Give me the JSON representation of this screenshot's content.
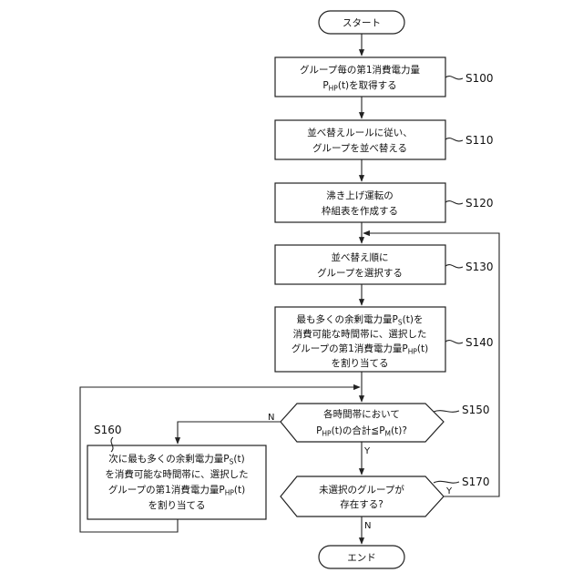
{
  "nodes": {
    "start": "スタート",
    "s100": {
      "line1": "グループ毎の第1消費電力量",
      "line2_main": "P",
      "line2_sub": "HP",
      "line2_rest": "(t)を取得する"
    },
    "s110": {
      "line1": "並べ替えルールに従い、",
      "line2": "グループを並べ替える"
    },
    "s120": {
      "line1": "沸き上げ運転の",
      "line2": "枠組表を作成する"
    },
    "s130": {
      "line1": "並べ替え順に",
      "line2": "グループを選択する"
    },
    "s140": {
      "line1_main": "最も多くの余剰電力量P",
      "line1_sub": "S",
      "line1_rest": "(t)を",
      "line2": "消費可能な時間帯に、選択した",
      "line3_main": "グループの第1消費電力量P",
      "line3_sub": "HP",
      "line3_rest": "(t)",
      "line4": "を割り当てる"
    },
    "s150": {
      "line1": "各時間帯において",
      "line2_p1": "P",
      "line2_sub1": "HP",
      "line2_mid": "(t)の合計≦P",
      "line2_sub2": "M",
      "line2_rest": "(t)?"
    },
    "s160": {
      "line1_main": "次に最も多くの余剰電力量P",
      "line1_sub": "S",
      "line1_rest": "(t)",
      "line2": "を消費可能な時間帯に、選択した",
      "line3_main": "グループの第1消費電力量P",
      "line3_sub": "HP",
      "line3_rest": "(t)",
      "line4": "を割り当てる"
    },
    "s170": {
      "line1": "未選択のグループが",
      "line2": "存在する?"
    },
    "end": "エンド"
  },
  "step_labels": {
    "s100": "S100",
    "s110": "S110",
    "s120": "S120",
    "s130": "S130",
    "s140": "S140",
    "s150": "S150",
    "s160": "S160",
    "s170": "S170"
  },
  "branch_labels": {
    "s150_no": "N",
    "s150_yes": "Y",
    "s170_yes": "Y",
    "s170_no": "N"
  }
}
